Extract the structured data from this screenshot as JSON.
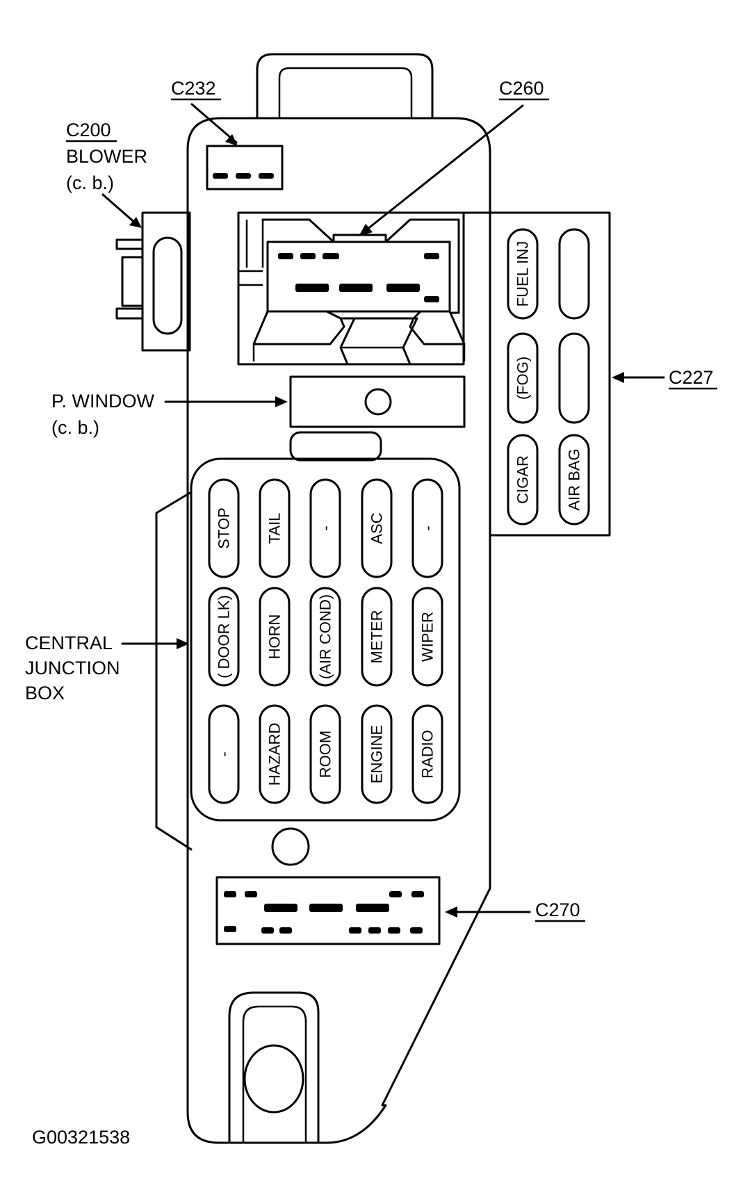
{
  "labels": {
    "c232": "C232",
    "c260": "C260",
    "c200": "C200",
    "blower": "BLOWER",
    "blower_cb": "(c. b.)",
    "p_window": "P. WINDOW",
    "p_window_cb": "(c. b.)",
    "c227": "C227",
    "central_1": "CENTRAL",
    "central_2": "JUNCTION",
    "central_3": "BOX",
    "c270": "C270",
    "figure_id": "G00321538"
  },
  "side_fuses": [
    {
      "label": "FUEL INJ"
    },
    {
      "label": ""
    },
    {
      "label": "(FOG)"
    },
    {
      "label": ""
    },
    {
      "label": "CIGAR"
    },
    {
      "label": "AIR BAG"
    }
  ],
  "main_fuses": [
    {
      "label": "STOP"
    },
    {
      "label": "TAIL"
    },
    {
      "label": "-"
    },
    {
      "label": "ASC"
    },
    {
      "label": "-"
    },
    {
      "label": "( DOOR LK)"
    },
    {
      "label": "HORN"
    },
    {
      "label": "(AIR COND)"
    },
    {
      "label": "METER"
    },
    {
      "label": "WIPER"
    },
    {
      "label": "-"
    },
    {
      "label": "HAZARD"
    },
    {
      "label": "ROOM"
    },
    {
      "label": "ENGINE"
    },
    {
      "label": "RADIO"
    }
  ]
}
